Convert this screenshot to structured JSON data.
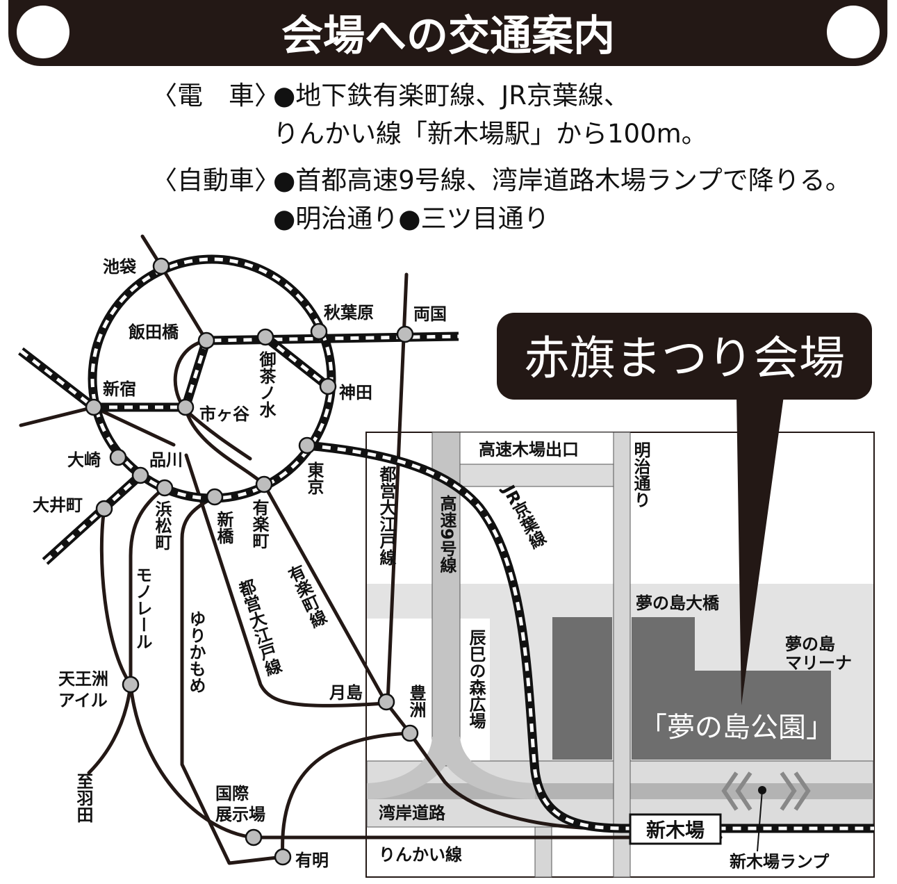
{
  "header": {
    "title": "会場への交通案内"
  },
  "access": {
    "train_label": "〈電　車〉",
    "train_line1": "●地下鉄有楽町線、JR京葉線、",
    "train_line2": "りんかい線「新木場駅」から100m。",
    "car_label": "〈自動車〉",
    "car_line1": "●首都高速9号線、湾岸道路木場ランプで降りる。",
    "car_line2": "●明治通り●三ツ目通り"
  },
  "venue": {
    "callout": "赤旗まつり会場",
    "park": "「夢の島公園」"
  },
  "stations": {
    "ikebukuro": "池袋",
    "iidabashi": "飯田橋",
    "akihabara": "秋葉原",
    "ryogoku": "両国",
    "kanda": "神田",
    "shinjuku": "新宿",
    "ichigaya": "市ヶ谷",
    "ochanomizu": "御茶ノ水",
    "osaki": "大崎",
    "shinagawa": "品川",
    "oimachi": "大井町",
    "hamamatsucho": "浜松町",
    "shimbashi": "新橋",
    "yurakucho": "有楽町",
    "tokyo": "東京",
    "tennozu": "天王洲",
    "tennozu2": "アイル",
    "tsukishima": "月島",
    "toyosu": "豊洲",
    "kokusai1": "国際",
    "kokusai2": "展示場",
    "ariake": "有明",
    "shinkiba": "新木場"
  },
  "lines": {
    "oedo_vertical": "都営大江戸線",
    "oedo_diag": "都営大江戸線",
    "yurakucho": "有楽町線",
    "monorail": "モノレール",
    "yurikamome": "ゆりかもめ",
    "to_haneda": "至羽田",
    "keiyo": "JR京葉線",
    "rinkai": "りんかい線",
    "expressway": "高速9号線"
  },
  "places": {
    "exit": "高速木場出口",
    "meiji": "明治通り",
    "bridge": "夢の島大橋",
    "tatsumi": "辰巳の森広場",
    "marina1": "夢の島",
    "marina2": "マリーナ",
    "wangan": "湾岸道路",
    "ramp": "新木場ランプ"
  }
}
